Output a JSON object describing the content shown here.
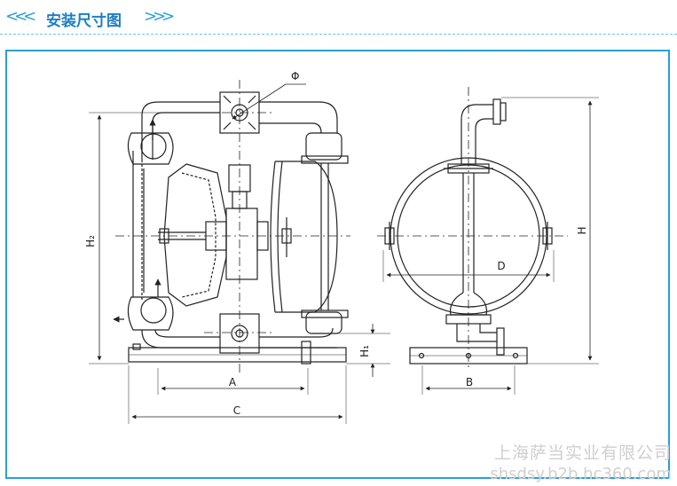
{
  "header": {
    "title": "安装尺寸图",
    "left_chevrons": "<<<",
    "right_chevrons": ">>>"
  },
  "colors": {
    "accent": "#2a9fd8",
    "title": "#1d7fc4",
    "line": "#222222",
    "watermark": "#cfcfcf"
  },
  "diagram": {
    "labels": {
      "phi": "Φ",
      "h2": "H₂",
      "h1": "H₁",
      "a": "A",
      "c": "C",
      "h": "H",
      "d": "D",
      "b": "B"
    }
  },
  "watermark": {
    "company": "上海萨当实业有限公司",
    "url": "shsdsy.b2b.hc360.com"
  }
}
